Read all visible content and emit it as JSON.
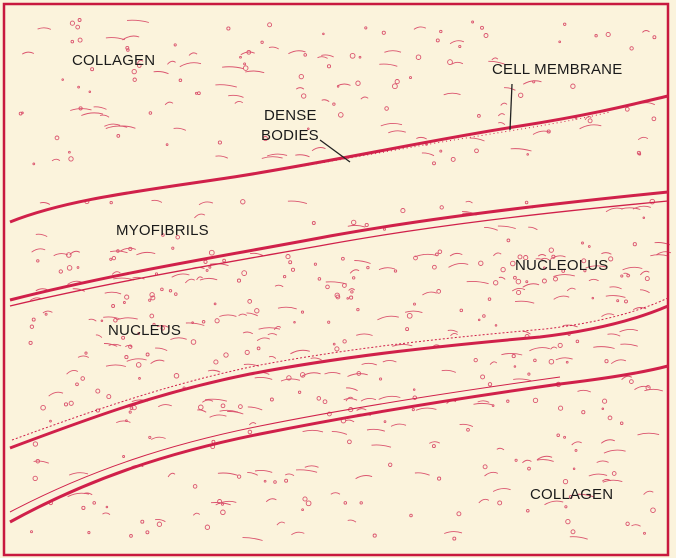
{
  "labels": {
    "collagen_top": "COLLAGEN",
    "cell_membrane": "CELL MEMBRANE",
    "dense_bodies_line1": "DENSE",
    "dense_bodies_line2": "BODIES",
    "myofibrils": "MYOFIBRILS",
    "nucleolus": "NUCLEOLUS",
    "nucleus": "NUCLEUS",
    "collagen_bottom": "COLLAGEN"
  },
  "colors": {
    "background": "#fbf3dc",
    "stain": "#d0204a",
    "border": "#c8183f",
    "leader": "#222222"
  }
}
